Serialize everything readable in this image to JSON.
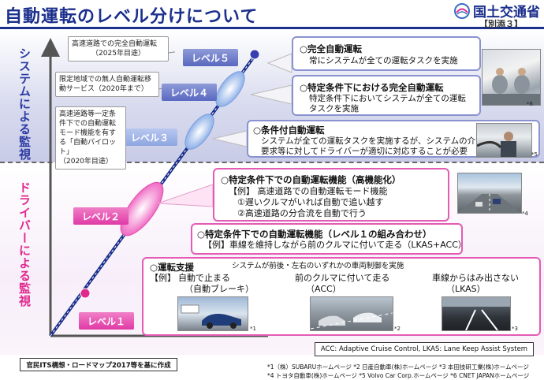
{
  "header": {
    "title": "自動運転のレベル分けについて",
    "ministry": "国土交通省",
    "annex": "【別添３】"
  },
  "side_labels": {
    "system": "システムによる監視",
    "driver": "ドライバーによる監視"
  },
  "levels": {
    "l5": "レベル５",
    "l4": "レベル４",
    "l3": "レベル３",
    "l2": "レベル２",
    "l1": "レベル１"
  },
  "bubbles": {
    "l5": [
      "高速道路での完全自動運転",
      "（2025年目途）"
    ],
    "l4": [
      "限定地域での無人自動運転移",
      "動サービス（2020年まで）"
    ],
    "l3": [
      "高速道路等一定条",
      "件下での自動運転",
      "モード機能を有す",
      "る「自動パイロット」",
      "（2020年目途）"
    ]
  },
  "descriptions": {
    "l5": {
      "title": "○完全自動運転",
      "body": [
        "常にシステムが全ての運転タスクを実施"
      ],
      "credit": ""
    },
    "l4": {
      "title": "○特定条件下における完全自動運転",
      "body": [
        "特定条件下においてシステムが全ての運転",
        "タスクを実施"
      ],
      "credit": "*6"
    },
    "l3": {
      "title": "○条件付自動運転",
      "body": [
        "システムが全ての運転タスクを実施するが、システムの介入",
        "要求等に対してドライバーが適切に対応することが必要"
      ],
      "credit": "*5"
    },
    "l2b": {
      "title": "○特定条件下での自動運転機能（高機能化）",
      "body": [
        "【例】 高速道路での自動運転モード機能",
        "　①遅いクルマがいれば自動で追い越す",
        "　②高速道路の分合流を自動で行う"
      ],
      "credit": "*4"
    },
    "l2a": {
      "title": "○特定条件下での自動運転機能（レベル１の組み合わせ）",
      "body": [
        "【例】車線を維持しながら前のクルマに付いて走る（LKAS+ACC）"
      ]
    },
    "l1": {
      "title": "○運転支援",
      "subtitle": "システムが前後・左右のいずれかの車両制御を実施",
      "example_prefix": "【例】",
      "examples": [
        {
          "label": "自動で止まる",
          "sub": "（自動ブレーキ）",
          "credit": "*1"
        },
        {
          "label": "前のクルマに付いて走る",
          "sub": "（ACC）",
          "credit": "*2"
        },
        {
          "label": "車線からはみ出さない",
          "sub": "（LKAS）",
          "credit": "*3"
        }
      ]
    }
  },
  "footer": {
    "acc_note": "ACC: Adaptive Cruise Control,  LKAS: Lane Keep Assist System",
    "source": "官民ITS構想・ロードマップ2017等を基に作成",
    "credits_line1": "*1（株）SUBARUホームページ  *2 日産自動車(株)ホームページ  *3 本田技研工業(株)ホームページ",
    "credits_line2": "*4 トヨタ自動車(株)ホームページ  *5 Volvo Car Corp.ホームページ  *6 CNET JAPANホームページ"
  },
  "colors": {
    "navy": "#1b2f8c",
    "pink": "#e0288e",
    "level_blue": "#6672c6",
    "level_light_blue": "#9fb4e6",
    "level_pink": "#e64aae"
  }
}
